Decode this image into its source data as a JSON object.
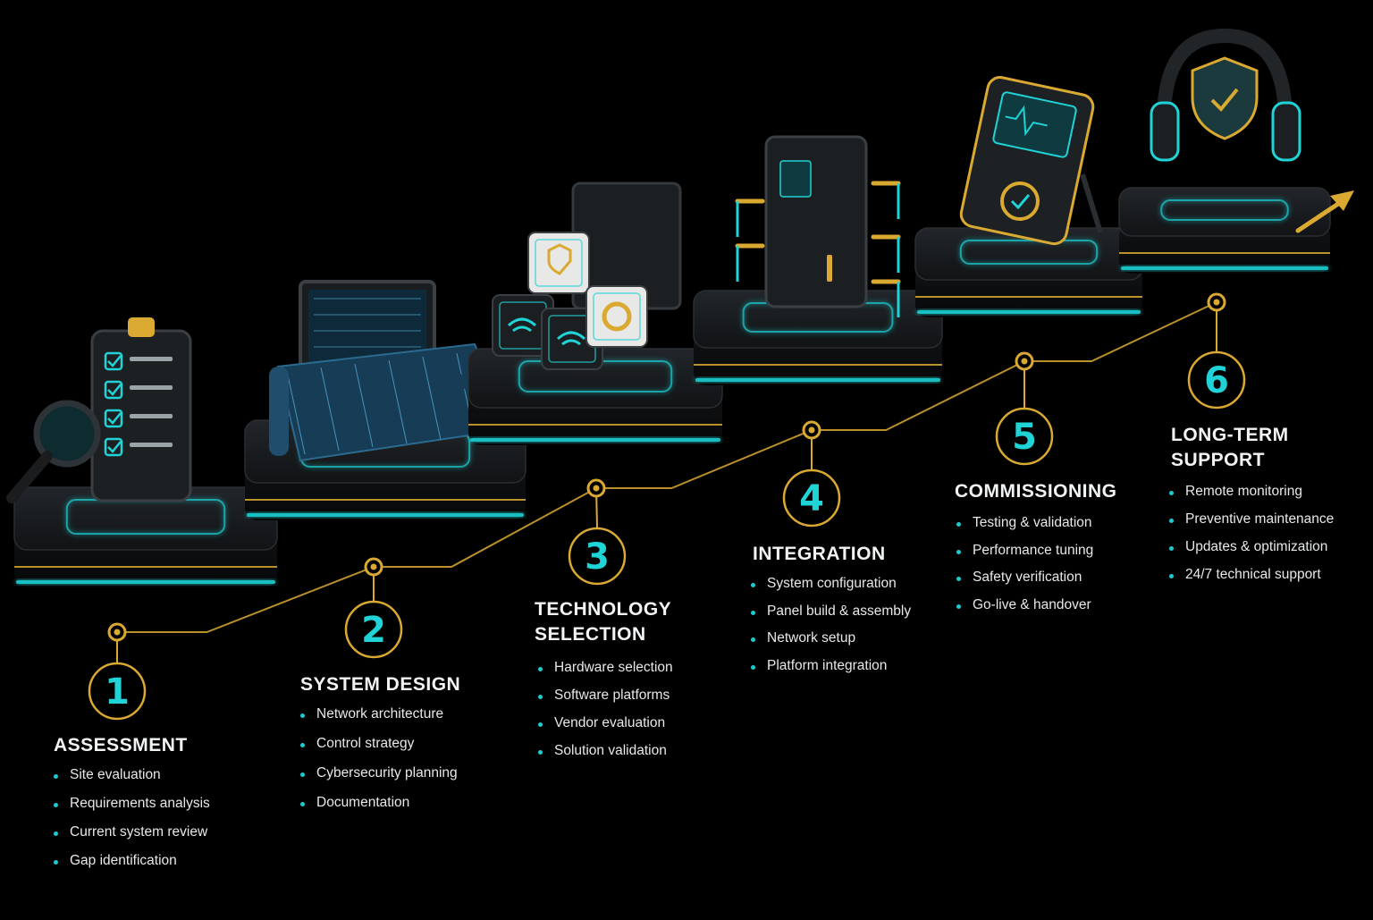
{
  "colors": {
    "accent_cyan": "#1fd3d6",
    "accent_gold": "#d9a931",
    "platform_dark": "#17191b",
    "background": "#000000"
  },
  "steps": [
    {
      "number": "1",
      "title": "ASSESSMENT",
      "icon": "clipboard-checklist-magnifier-icon",
      "items": [
        "Site evaluation",
        "Requirements analysis",
        "Current system review",
        "Gap identification"
      ]
    },
    {
      "number": "2",
      "title": "SYSTEM DESIGN",
      "icon": "blueprint-monitor-icon",
      "items": [
        "Network architecture",
        "Control strategy",
        "Cybersecurity planning",
        "Documentation"
      ]
    },
    {
      "number": "3",
      "title": "TECHNOLOGY\nSELECTION",
      "icon": "hardware-cubes-icon",
      "items": [
        "Hardware selection",
        "Software platforms",
        "Vendor evaluation",
        "Solution validation"
      ]
    },
    {
      "number": "4",
      "title": "INTEGRATION",
      "icon": "control-panel-cabinet-icon",
      "items": [
        "System configuration",
        "Panel build & assembly",
        "Network setup",
        "Platform integration"
      ]
    },
    {
      "number": "5",
      "title": "COMMISSIONING",
      "icon": "handheld-tester-icon",
      "items": [
        "Testing & validation",
        "Performance tuning",
        "Safety verification",
        "Go-live & handover"
      ]
    },
    {
      "number": "6",
      "title": "LONG-TERM\nSUPPORT",
      "icon": "headset-shield-icon",
      "items": [
        "Remote monitoring",
        "Preventive maintenance",
        "Updates & optimization",
        "24/7 technical support"
      ]
    }
  ]
}
